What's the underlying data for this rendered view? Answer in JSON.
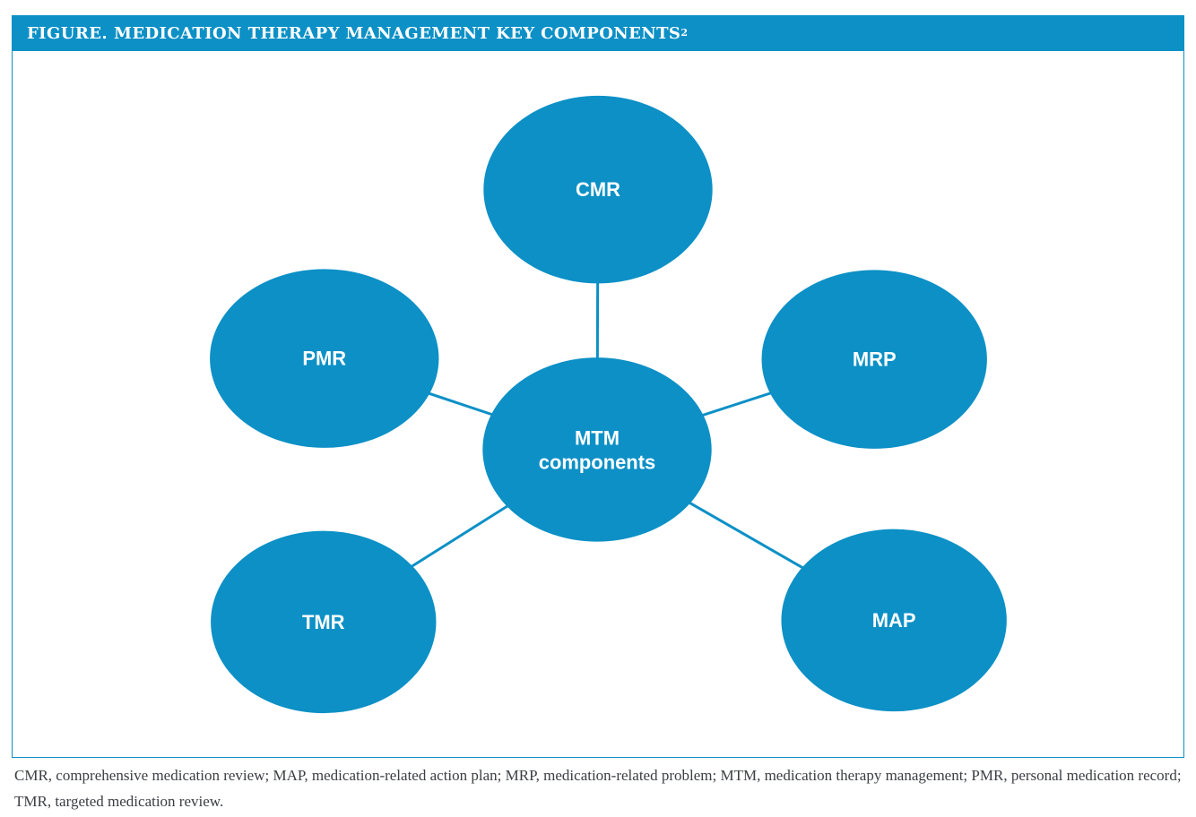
{
  "header": {
    "title_prefix": "FIGURE.",
    "title_text": "MEDICATION THERAPY MANAGEMENT KEY COMPONENTS",
    "title_superscript": "2"
  },
  "diagram": {
    "center_node": {
      "label_line1": "MTM",
      "label_line2": "components"
    },
    "nodes": [
      {
        "id": "cmr",
        "label": "CMR"
      },
      {
        "id": "pmr",
        "label": "PMR"
      },
      {
        "id": "mrp",
        "label": "MRP"
      },
      {
        "id": "tmr",
        "label": "TMR"
      },
      {
        "id": "map",
        "label": "MAP"
      }
    ]
  },
  "footnote": {
    "line1": "CMR, comprehensive medication review; MAP, medication-related action plan; MRP, medication-related problem; MTM, medication therapy management; PMR, personal medication record;",
    "line2": "TMR, targeted medication review."
  },
  "colors": {
    "primary_blue": "#0c90c6",
    "node_label_text": "#ffffff",
    "footnote_text": "#3b3e42"
  }
}
